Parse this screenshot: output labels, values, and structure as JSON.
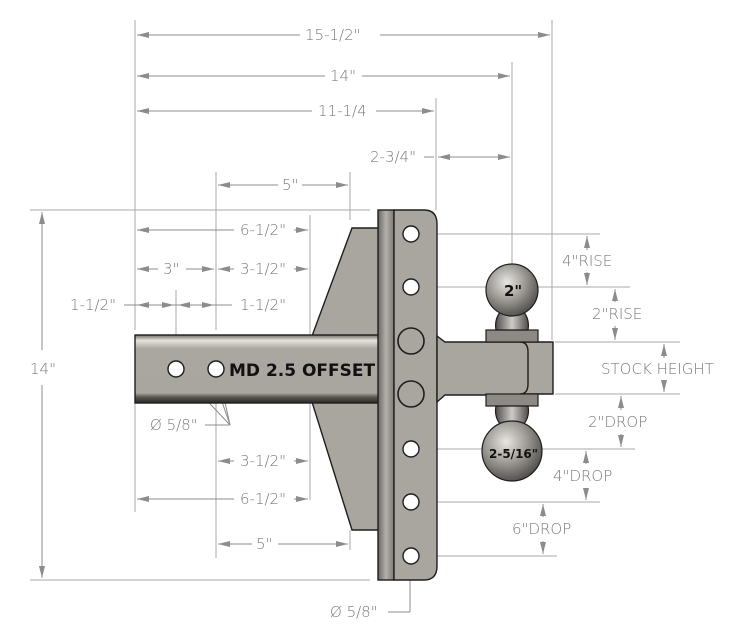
{
  "drawing": {
    "product_label": "MD 2.5 OFFSET",
    "colors": {
      "background": "#ffffff",
      "part_fill": "#a9a6a0",
      "dimension_text": "#7a7a7a",
      "outline": "#1e1e1e"
    }
  },
  "dimensions": {
    "overall_length": "15-1/2\"",
    "length_to_top_ball": "14\"",
    "length_to_plate_front": "11-1/4",
    "ball_offset": "2-3/4\"",
    "gusset_top_5": "5\"",
    "top_6_1_2": "6-1/2\"",
    "top_3": "3\"",
    "top_3_1_2": "3-1/2\"",
    "hole_spacing_left": "1-1/2\"",
    "hole_spacing_right": "1-1/2\"",
    "overall_height": "14\"",
    "shank_hole_dia": "Ø 5/8\"",
    "bottom_3_1_2": "3-1/2\"",
    "bottom_6_1_2": "6-1/2\"",
    "gusset_bottom_5": "5\"",
    "plate_hole_dia": "Ø 5/8\""
  },
  "balls": {
    "top": "2\"",
    "bottom": "2-5/16\""
  },
  "positions": {
    "rise_4": "4\"RISE",
    "rise_2": "2\"RISE",
    "stock": "STOCK HEIGHT",
    "drop_2": "2\"DROP",
    "drop_4": "4\"DROP",
    "drop_6": "6\"DROP"
  }
}
